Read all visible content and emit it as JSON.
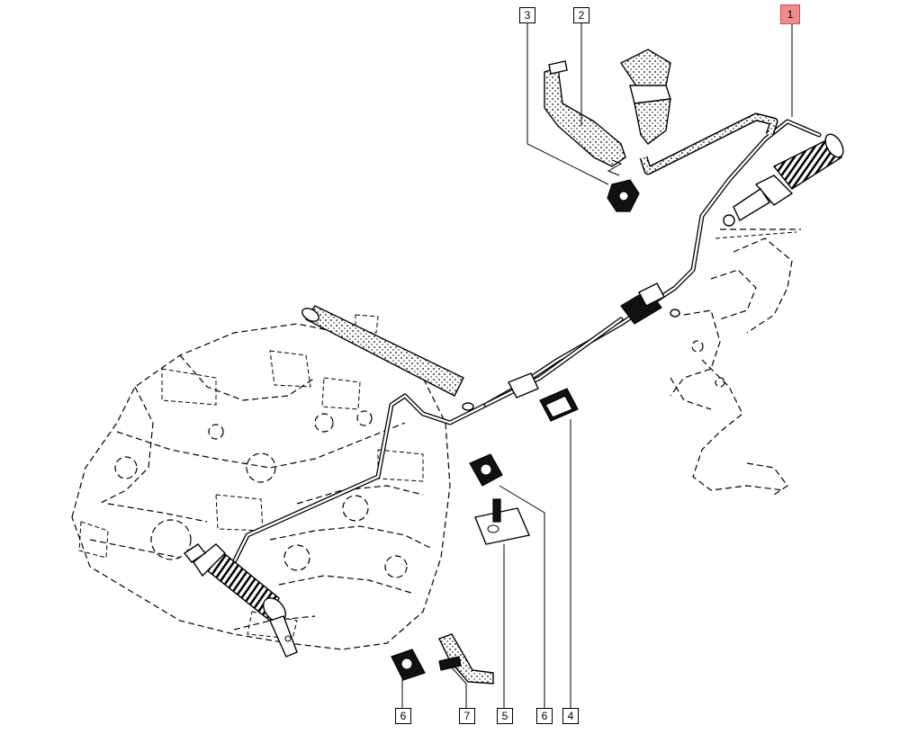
{
  "callouts": [
    {
      "id": "c1",
      "label": "1",
      "active": true
    },
    {
      "id": "c2",
      "label": "2",
      "active": false
    },
    {
      "id": "c3",
      "label": "3",
      "active": false
    },
    {
      "id": "c4",
      "label": "4",
      "active": false
    },
    {
      "id": "c5",
      "label": "5",
      "active": false
    },
    {
      "id": "c6a",
      "label": "6",
      "active": false
    },
    {
      "id": "c6b",
      "label": "6",
      "active": false
    },
    {
      "id": "c7",
      "label": "7",
      "active": false
    }
  ],
  "colors": {
    "highlight": "#f28b8b",
    "highlight_border": "#d24b4b",
    "line": "#000000",
    "background": "#ffffff"
  }
}
